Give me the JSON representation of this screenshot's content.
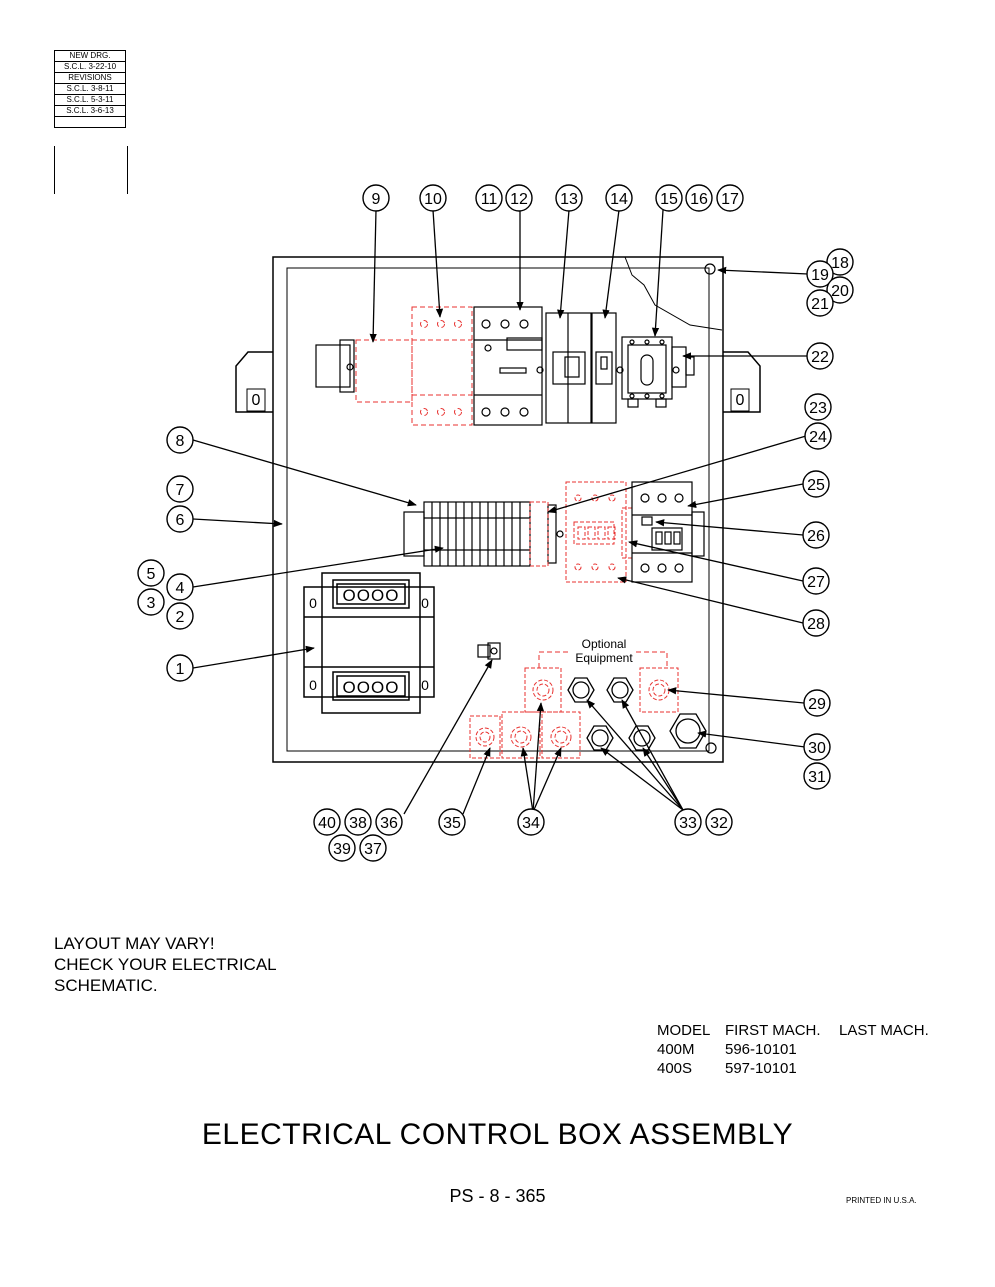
{
  "revision_block": {
    "rows": [
      "NEW DRG.",
      "S.C.L. 3-22-10",
      "REVISIONS",
      "S.C.L. 3-8-11",
      "S.C.L. 5-3-11",
      "S.C.L. 3-6-13",
      ""
    ]
  },
  "callouts": {
    "c1": "1",
    "c2": "2",
    "c3": "3",
    "c4": "4",
    "c5": "5",
    "c6": "6",
    "c7": "7",
    "c8": "8",
    "c9": "9",
    "c10": "10",
    "c11": "11",
    "c12": "12",
    "c13": "13",
    "c14": "14",
    "c15": "15",
    "c16": "16",
    "c17": "17",
    "c18": "18",
    "c19": "19",
    "c20": "20",
    "c21": "21",
    "c22": "22",
    "c23": "23",
    "c24": "24",
    "c25": "25",
    "c26": "26",
    "c27": "27",
    "c28": "28",
    "c29": "29",
    "c30": "30",
    "c31": "31",
    "c32": "32",
    "c33": "33",
    "c34": "34",
    "c35": "35",
    "c36": "36",
    "c37": "37",
    "c38": "38",
    "c39": "39",
    "c40": "40"
  },
  "mount_labels": {
    "left": "0",
    "right": "0"
  },
  "transformer_labels": {
    "top_terminals": "OOOO",
    "bottom_terminals": "OOOO",
    "side": "0"
  },
  "optional_label": {
    "line1": "Optional",
    "line2": "Equipment"
  },
  "note": {
    "line1": "LAYOUT MAY VARY!",
    "line2": "CHECK YOUR ELECTRICAL",
    "line3": "SCHEMATIC."
  },
  "model_table": {
    "headers": [
      "MODEL",
      "FIRST MACH.",
      "LAST MACH."
    ],
    "rows": [
      [
        "400M",
        "596-10101",
        ""
      ],
      [
        "400S",
        "597-10101",
        ""
      ]
    ]
  },
  "title": "ELECTRICAL CONTROL BOX ASSEMBLY",
  "page_number": "PS - 8 - 365",
  "printed": "PRINTED IN U.S.A.",
  "colors": {
    "line": "#000000",
    "optional": "#e8312f"
  }
}
